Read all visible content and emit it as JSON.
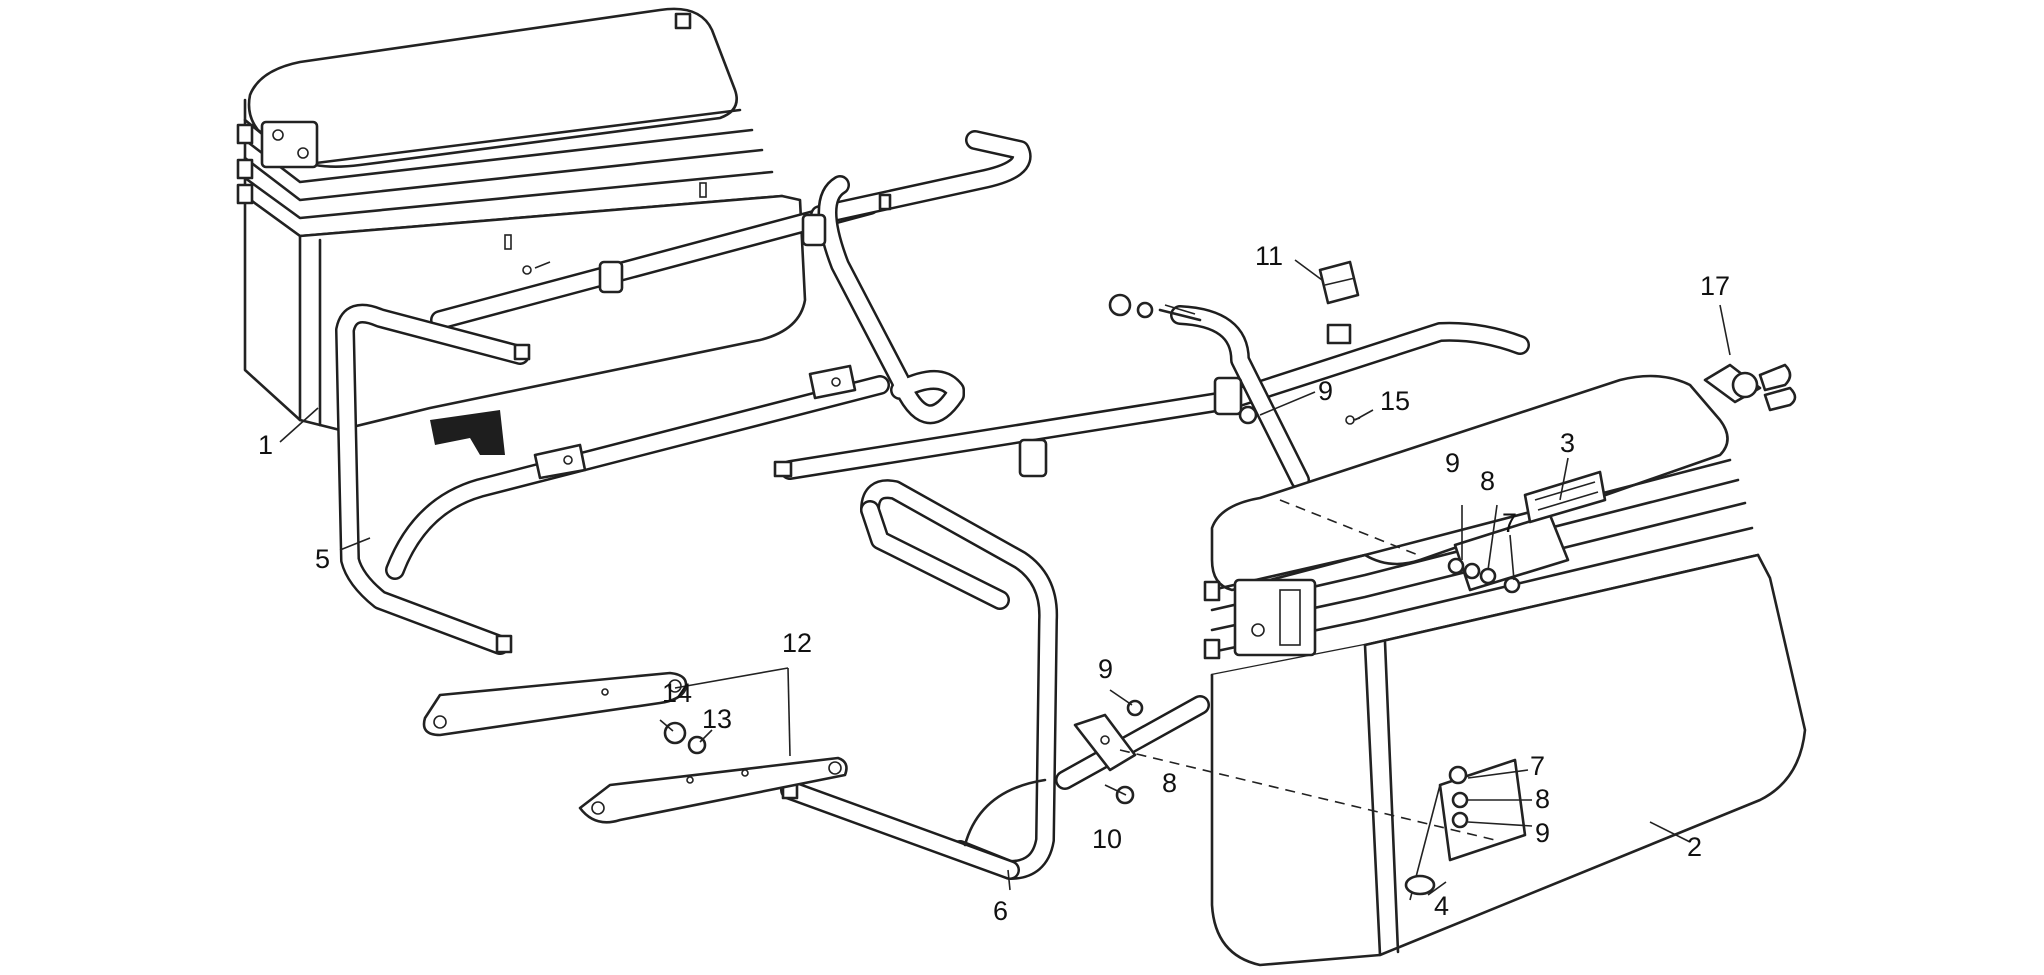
{
  "callouts": [
    {
      "id": "1",
      "text": "1"
    },
    {
      "id": "2",
      "text": "2"
    },
    {
      "id": "3",
      "text": "3"
    },
    {
      "id": "4",
      "text": "4"
    },
    {
      "id": "5",
      "text": "5"
    },
    {
      "id": "6",
      "text": "6"
    },
    {
      "id": "7a",
      "text": "7"
    },
    {
      "id": "7b",
      "text": "7"
    },
    {
      "id": "8a",
      "text": "8"
    },
    {
      "id": "8b",
      "text": "8"
    },
    {
      "id": "8c",
      "text": "8"
    },
    {
      "id": "9a",
      "text": "9"
    },
    {
      "id": "9b",
      "text": "9"
    },
    {
      "id": "9c",
      "text": "9"
    },
    {
      "id": "9d",
      "text": "9"
    },
    {
      "id": "10",
      "text": "10"
    },
    {
      "id": "11",
      "text": "11"
    },
    {
      "id": "12",
      "text": "12"
    },
    {
      "id": "13",
      "text": "13"
    },
    {
      "id": "14",
      "text": "14"
    },
    {
      "id": "15",
      "text": "15"
    },
    {
      "id": "17",
      "text": "17"
    }
  ]
}
